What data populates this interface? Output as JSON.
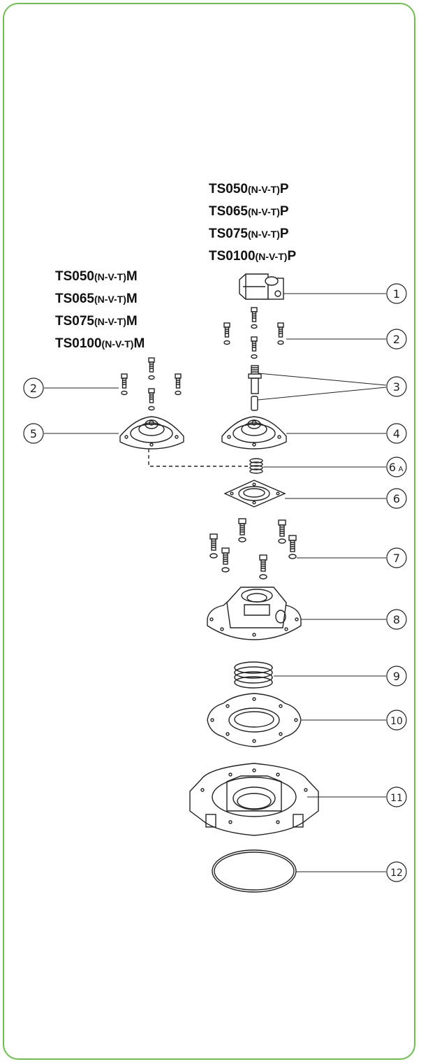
{
  "title": "",
  "model_groups": {
    "pilot": [
      {
        "prefix": "TS050",
        "variant": "(N-V-T)",
        "suffix": "P"
      },
      {
        "prefix": "TS065",
        "variant": "(N-V-T)",
        "suffix": "P"
      },
      {
        "prefix": "TS075",
        "variant": "(N-V-T)",
        "suffix": "P"
      },
      {
        "prefix": "TS0100",
        "variant": "(N-V-T)",
        "suffix": "P"
      }
    ],
    "manual": [
      {
        "prefix": "TS050",
        "variant": "(N-V-T)",
        "suffix": "M"
      },
      {
        "prefix": "TS065",
        "variant": "(N-V-T)",
        "suffix": "M"
      },
      {
        "prefix": "TS075",
        "variant": "(N-V-T)",
        "suffix": "M"
      },
      {
        "prefix": "TS0100",
        "variant": "(N-V-T)",
        "suffix": "M"
      }
    ]
  },
  "callouts": {
    "c1": "1",
    "c2": "2",
    "c2_left": "2",
    "c3": "3",
    "c4": "4",
    "c5": "5",
    "c6a": "6",
    "c6a_sub": "A",
    "c6": "6",
    "c7": "7",
    "c8": "8",
    "c9": "9",
    "c10": "10",
    "c11": "11",
    "c12": "12"
  },
  "colors": {
    "frame": "#6cc24a",
    "ink": "#222222",
    "text": "#111111"
  }
}
